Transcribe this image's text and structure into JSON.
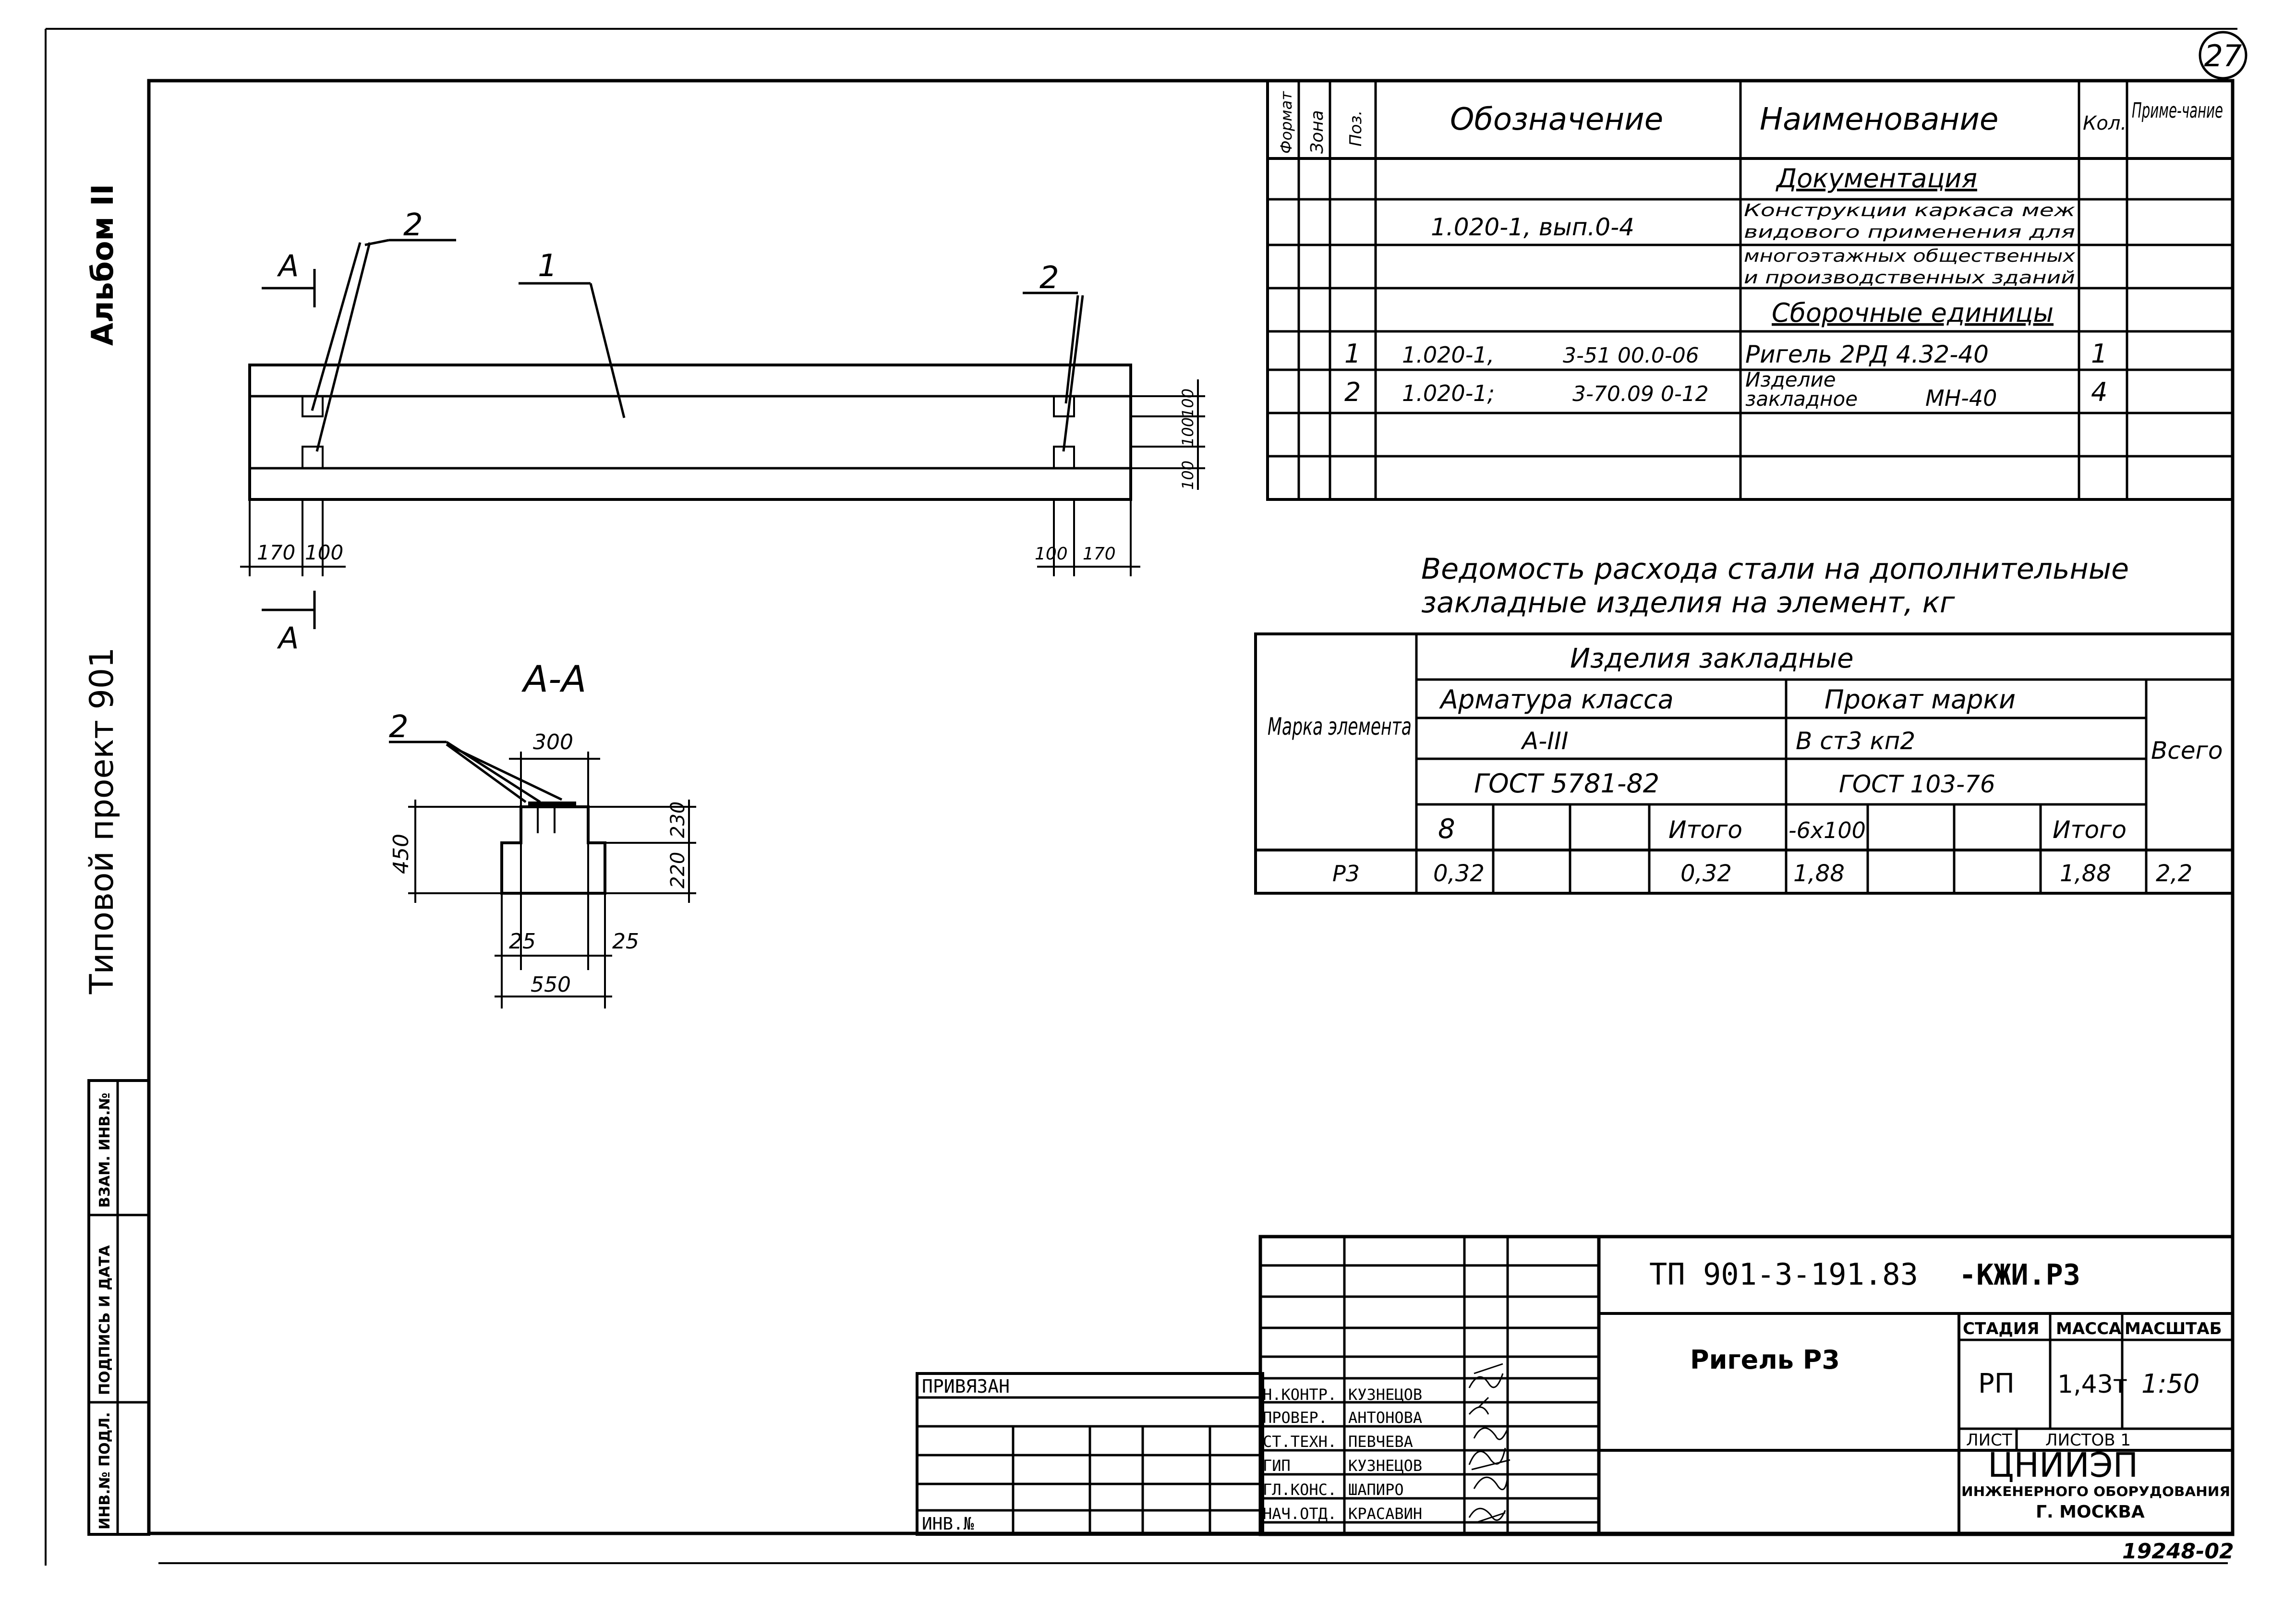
{
  "sheet_number": "27",
  "side": {
    "album": "Альбом II",
    "project": "Типовой проект 901",
    "stamp_cells": [
      "ИНВ.№ ПОДЛ.",
      "ПОДПИСЬ И ДАТА",
      "ВЗАМ. ИНВ.№"
    ]
  },
  "drawing": {
    "section_mark": "А",
    "callout_1": "1",
    "callout_2": "2",
    "dim_left_1": "170",
    "dim_left_2": "100",
    "dim_right_1": "100",
    "dim_right_2": "170",
    "dim_vert_1": "100",
    "dim_vert_2": "100",
    "dim_vert_3": "100",
    "section_title": "А-А",
    "sec_dim_top": "300",
    "sec_dim_height": "450",
    "sec_dim_upper": "230",
    "sec_dim_lower": "220",
    "sec_dim_ledge_l": "25",
    "sec_dim_ledge_r": "25",
    "sec_dim_width": "550"
  },
  "spec": {
    "headers": {
      "format": "Формат",
      "zone": "Зона",
      "pos": "Поз.",
      "designation": "Обозначение",
      "name": "Наименование",
      "qty": "Кол.",
      "note": "Приме-чание"
    },
    "doc_section": "Документация",
    "doc_designation": "1.020-1, вып.0-4",
    "doc_name_1": "Конструкции каркаса меж",
    "doc_name_2": "видового применения для",
    "doc_name_3": "многоэтажных общественных",
    "doc_name_4": "и производственных зданий",
    "units_section": "Сборочные единицы",
    "rows": [
      {
        "pos": "1",
        "des_a": "1.020-1,",
        "des_b": "3-51 00.0-06",
        "name_a": "Ригель 2РД 4.32-40",
        "name_b": "",
        "qty": "1"
      },
      {
        "pos": "2",
        "des_a": "1.020-1;",
        "des_b": "3-70.09 0-12",
        "name_a": "Изделие",
        "name_b": "закладное",
        "name_c": "МН-40",
        "qty": "4"
      }
    ]
  },
  "steel": {
    "title_1": "Ведомость расхода стали на дополнительные",
    "title_2": "закладные изделия на элемент, кг",
    "col_mark": "Марка элемента",
    "col_items": "Изделия закладные",
    "col_rebar": "Арматура класса",
    "col_rebar_class": "А-III",
    "col_rebar_gost": "ГОСТ 5781-82",
    "col_rolled": "Прокат марки",
    "col_rolled_grade": "В ст3 кп2",
    "col_rolled_gost": "ГОСТ 103-76",
    "col_total": "Всего",
    "sub_8": "8",
    "sub_itogo": "Итого",
    "sub_6x100": "-6x100",
    "sub_itogo2": "Итого",
    "row_mark": "Р3",
    "row_8": "0,32",
    "row_itogo": "0,32",
    "row_6x100": "1,88",
    "row_itogo2": "1,88",
    "row_total": "2,2"
  },
  "title_block": {
    "doc_code": "ТП 901-3-191.83",
    "doc_suffix": "-КЖИ.Р3",
    "element_name": "Ригель Р3",
    "stage_label": "СТАДИЯ",
    "mass_label": "МАССА",
    "scale_label": "МАСШТАБ",
    "stage": "РП",
    "mass": "1,43т",
    "scale": "1:50",
    "sheet_label": "ЛИСТ",
    "sheets_label": "ЛИСТОВ 1",
    "org": "ЦНИИЭП",
    "org_sub": "ИНЖЕНЕРНОГО ОБОРУДОВАНИЯ",
    "city": "Г. МОСКВА",
    "bound": "ПРИВЯЗАН",
    "inv": "ИНВ.№",
    "roles": [
      "Н.КОНТР.",
      "ПРОВЕР.",
      "СТ.ТЕХН.",
      "ГИП",
      "ГЛ.КОНС.",
      "НАЧ.ОТД."
    ],
    "names": [
      "КУЗНЕЦОВ",
      "АНТОНОВА",
      "ПЕВЧЕВА",
      "КУЗНЕЦОВ",
      "ШАПИРО",
      "КРАСАВИН"
    ]
  },
  "footer_code": "19248-02"
}
